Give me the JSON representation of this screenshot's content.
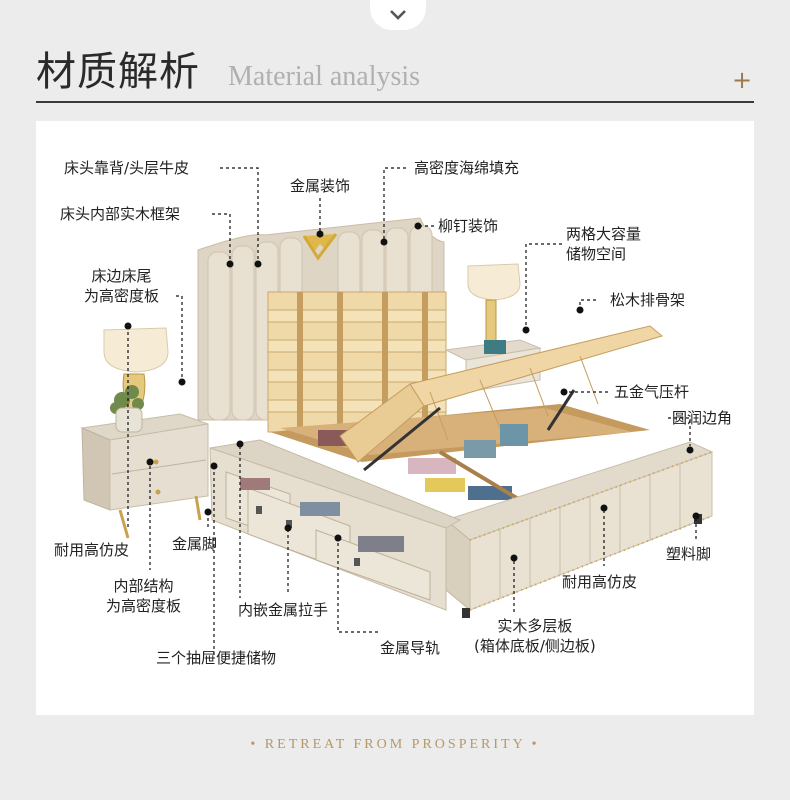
{
  "header": {
    "title_cn": "材质解析",
    "title_en": "Material analysis",
    "plus": "+"
  },
  "footer": {
    "text": "• RETREAT FROM PROSPERITY •"
  },
  "labels": {
    "headboard_leather": "床头靠背/头层牛皮",
    "headboard_frame": "床头内部实木框架",
    "bedside_tail": [
      "床边床尾",
      "为高密度板"
    ],
    "metal_decor": "金属装饰",
    "sponge": "高密度海绵填充",
    "rivet": "柳钉装饰",
    "storage": [
      "两格大容量",
      "储物空间"
    ],
    "slats": "松木排骨架",
    "gas_strut": "五金气压杆",
    "rounded_corner": "圆润边角",
    "leather_left": "耐用高仿皮",
    "metal_foot": "金属脚",
    "inner_structure": [
      "内部结构",
      "为高密度板"
    ],
    "drawers": "三个抽屉便捷储物",
    "handle": "内嵌金属拉手",
    "rail": "金属导轨",
    "plywood": [
      "实木多层板",
      "(箱体底板/侧边板)"
    ],
    "plastic_foot": "塑料脚",
    "leather_right": "耐用高仿皮"
  },
  "colors": {
    "accent": "#b59866",
    "panel": "#ffffff",
    "background": "#ececec"
  }
}
